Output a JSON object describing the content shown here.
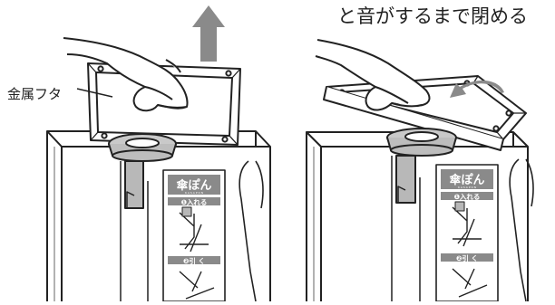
{
  "caption_top": "と音がするまで閉める",
  "label_lid": "金属フタ",
  "brand": "傘ぽん",
  "brand_sub": "K A S A P O N",
  "step1": "❶入れる",
  "step2": "❷引 く",
  "colors": {
    "line": "#222222",
    "gray_fill": "#bdbdbd",
    "label_bg": "#8a8a8a",
    "white": "#ffffff"
  }
}
